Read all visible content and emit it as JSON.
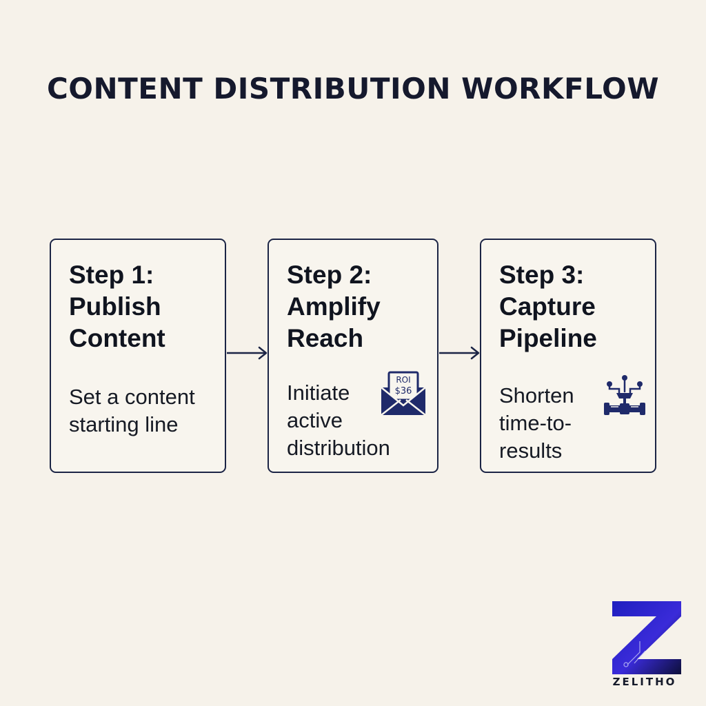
{
  "title": "CONTENT DISTRIBUTION WORKFLOW",
  "steps": [
    {
      "heading_lines": [
        "Step 1:",
        "Publish",
        "Content"
      ],
      "description_lines": [
        "Set a content",
        "starting line"
      ],
      "icon": null
    },
    {
      "heading_lines": [
        "Step 2:",
        "Amplify",
        "Reach"
      ],
      "description_lines": [
        "Initiate",
        "active",
        "distribution"
      ],
      "icon": {
        "name": "envelope-roi-icon",
        "line1": "ROI",
        "line2": "$36"
      }
    },
    {
      "heading_lines": [
        "Step 3:",
        "Capture",
        "Pipeline"
      ],
      "description_lines": [
        "Shorten",
        "time-to-",
        "results"
      ],
      "icon": {
        "name": "pipeline-network-icon"
      }
    }
  ],
  "brand": {
    "name": "ZELITHO",
    "logo_colors": [
      "#1f1fbf",
      "#3a2bd9",
      "#0d0f3a"
    ]
  },
  "colors": {
    "background": "#f6f2ea",
    "border": "#1b2445",
    "text": "#121a2c",
    "icon": "#1f2a6a"
  }
}
